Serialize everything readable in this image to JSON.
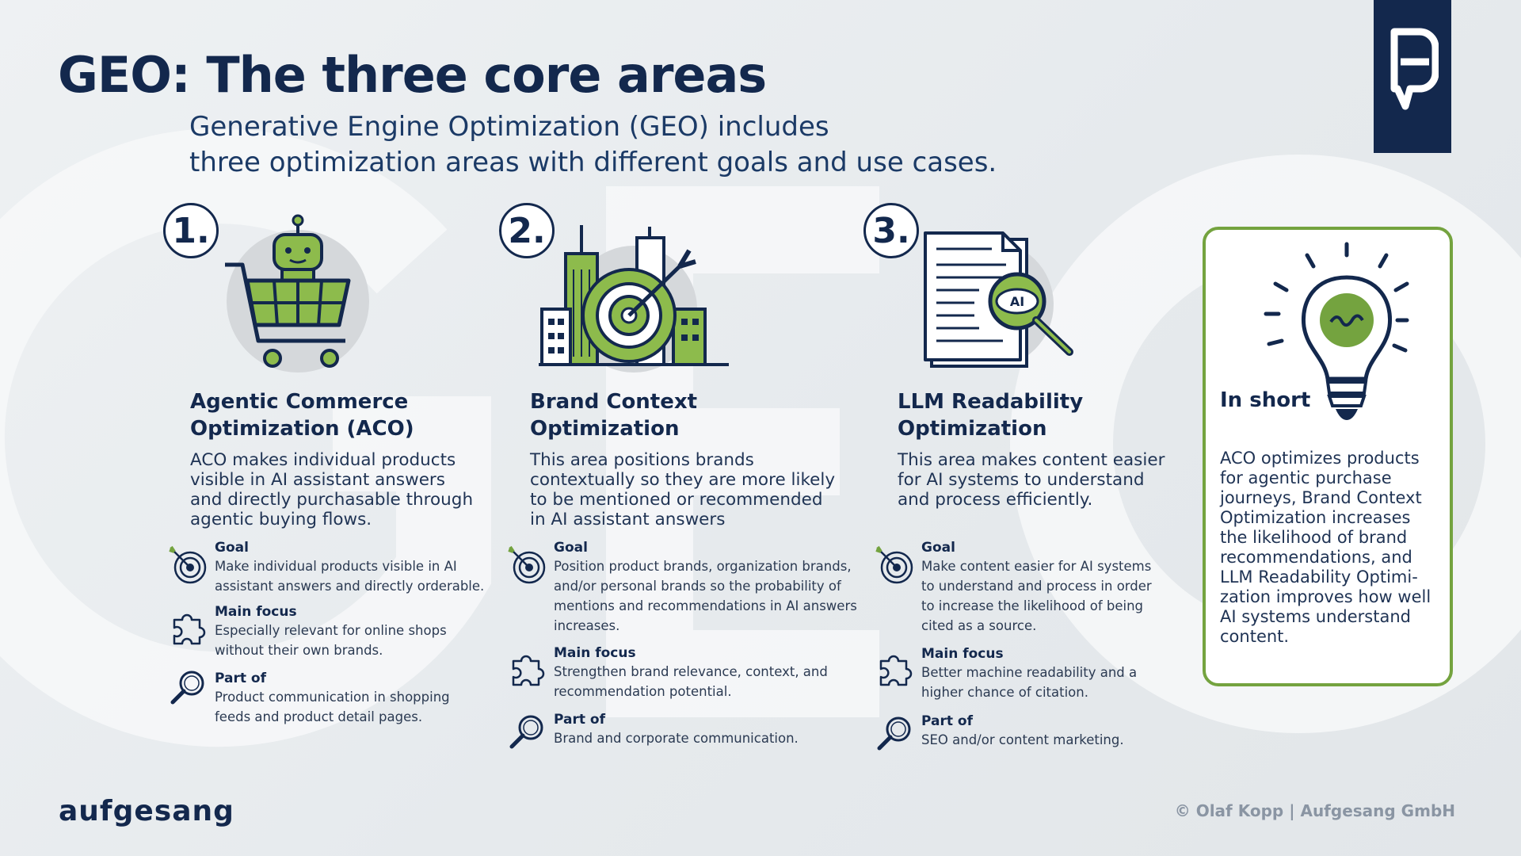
{
  "title": "GEO: The three core areas",
  "subtitle_lines": [
    "Generative Engine Optimization (GEO) includes",
    "three optimization areas with different goals and use cases."
  ],
  "colors": {
    "navy": "#13284d",
    "green": "#74a33f",
    "light_green": "#8dbb4c"
  },
  "columns": [
    {
      "number": "1.",
      "icon": "robot-shopping-cart-icon",
      "title_lines": [
        "Agentic Commerce",
        "Optimization (ACO)"
      ],
      "desc_lines": [
        "ACO makes individual products",
        "visible in AI assistant answers",
        "and directly purchasable through",
        "agentic buying flows."
      ],
      "goal": {
        "label": "Goal",
        "lines": [
          "Make individual products visible in AI",
          "assistant answers and directly orderable."
        ]
      },
      "focus": {
        "label": "Main focus",
        "lines": [
          "Especially relevant for online shops",
          "without their own brands."
        ]
      },
      "partof": {
        "label": "Part of",
        "lines": [
          "Product communication in shopping",
          "feeds and product detail pages."
        ]
      }
    },
    {
      "number": "2.",
      "icon": "city-target-icon",
      "title_lines": [
        "Brand Context",
        "Optimization"
      ],
      "desc_lines": [
        "This area positions brands",
        "contextually so they are more likely",
        "to be mentioned or recommended",
        "in AI assistant answers"
      ],
      "goal": {
        "label": "Goal",
        "lines": [
          "Position product brands, organization brands,",
          "and/or personal brands so the probability of",
          "mentions and recommendations in AI answers",
          "increases."
        ]
      },
      "focus": {
        "label": "Main focus",
        "lines": [
          "Strengthen brand relevance, context, and",
          "recommendation potential."
        ]
      },
      "partof": {
        "label": "Part of",
        "lines": [
          "Brand and corporate communication."
        ]
      }
    },
    {
      "number": "3.",
      "icon": "document-ai-magnifier-icon",
      "title_lines": [
        "LLM Readability",
        "Optimization"
      ],
      "desc_lines": [
        "This area makes content easier",
        "for AI systems to understand",
        "and process efficiently."
      ],
      "goal": {
        "label": "Goal",
        "lines": [
          "Make content easier for AI systems",
          "to understand and process in order",
          "to increase the likelihood of being",
          "cited as a source."
        ]
      },
      "focus": {
        "label": "Main focus",
        "lines": [
          "Better machine readability and a",
          "higher chance of citation."
        ]
      },
      "partof": {
        "label": "Part of",
        "lines": [
          "SEO and/or content marketing."
        ]
      }
    }
  ],
  "summary": {
    "title": "In short",
    "lines": [
      "ACO optimizes products",
      "for agentic purchase",
      "journeys, Brand Context",
      "Optimization increases",
      "the likelihood of brand",
      "recommendations, and",
      "LLM Readability Optimi-",
      "zation improves how well",
      "AI systems understand",
      "content."
    ]
  },
  "footer": {
    "brand": "aufgesang",
    "copyright": "© Olaf Kopp | Aufgesang GmbH"
  }
}
